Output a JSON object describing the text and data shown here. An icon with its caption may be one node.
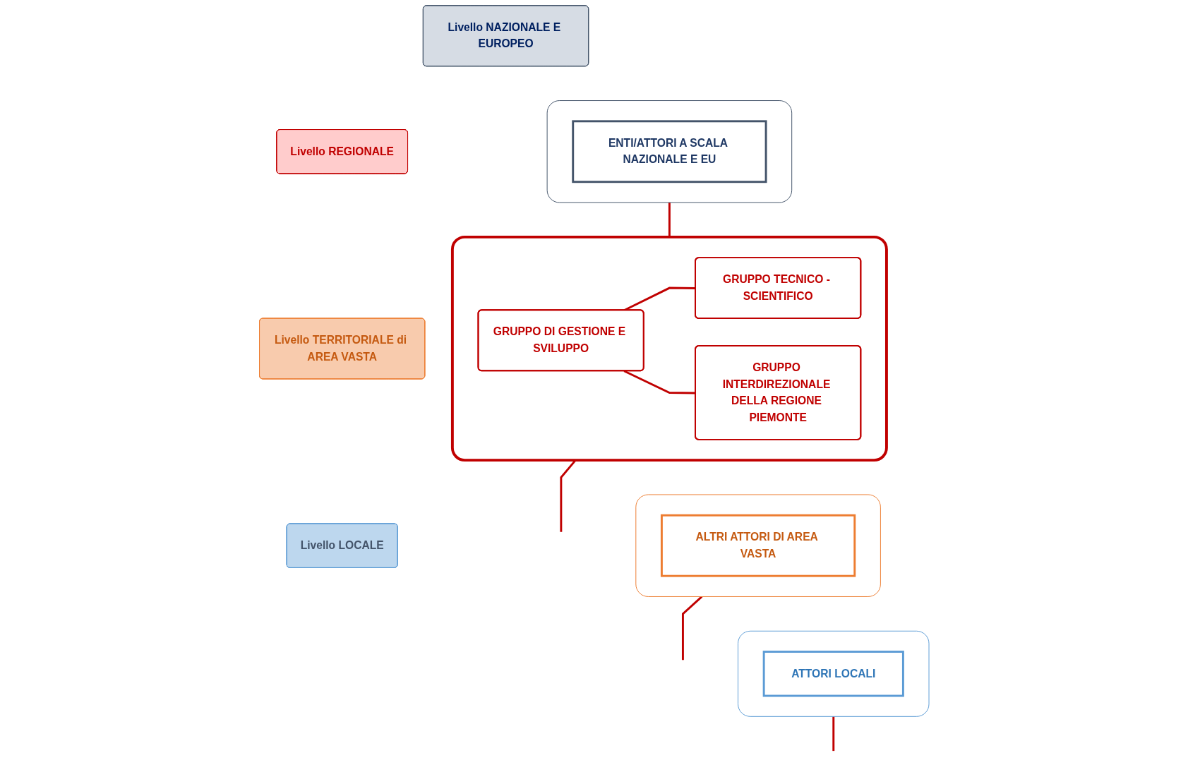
{
  "diagram": {
    "nodes": [
      {
        "text": [
          "Livello NAZIONALE E EUROPEO"
        ]
      },
      {
        "text": [],
        "shape": "box"
      },
      {
        "text": [
          "ENTI/ATTORI A SCALA NAZIONALE E EU"
        ],
        "in": 1
      },
      {
        "text": [
          "Livello REGIONALE"
        ]
      },
      {
        "text": [],
        "shape": "box"
      },
      {
        "text": [
          "GRUPPO DI GESTIONE E SVILUPPO"
        ],
        "in": 4
      },
      {
        "text": [
          "GRUPPO TECNICO - SCIENTIFICO"
        ],
        "in": 4
      },
      {
        "text": [
          "GRUPPO INTERDIREZIONALE DELLA REGIONE PIEMONTE"
        ],
        "in": 4
      },
      {
        "text": [
          "Livello TERRITORIALE di AREA VASTA"
        ]
      },
      {
        "text": [],
        "shape": "box"
      },
      {
        "text": [
          "ALTRI ATTORI DI AREA VASTA"
        ],
        "in": 9
      },
      {
        "text": [
          "Livello LOCALE"
        ]
      },
      {
        "text": [],
        "shape": "box"
      },
      {
        "text": [
          "ATTORI LOCALI"
        ],
        "in": 12
      }
    ],
    "edges": [
      {
        "from": 1,
        "to": 4,
        "arrow": "none"
      },
      {
        "from": 5,
        "to": 6,
        "arrow": "none"
      },
      {
        "from": 5,
        "to": 7,
        "arrow": "none"
      },
      {
        "from": 4,
        "to": null,
        "arrow": "none"
      },
      {
        "from": 9,
        "to": null,
        "arrow": "none"
      },
      {
        "from": 12,
        "to": null,
        "arrow": "none"
      }
    ]
  }
}
